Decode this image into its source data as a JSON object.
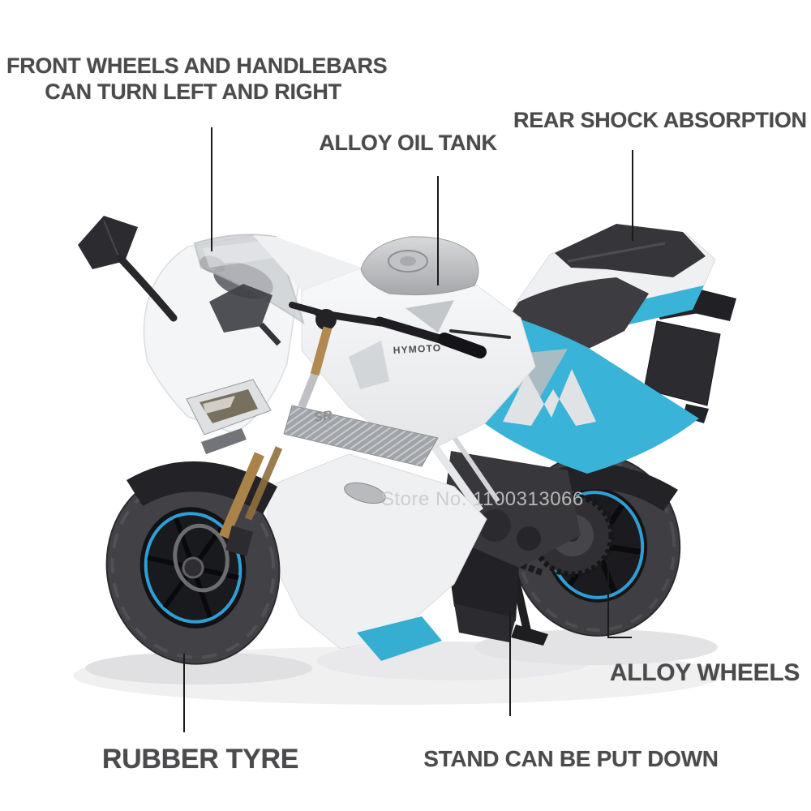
{
  "scene": {
    "type": "annotated product photo",
    "subject": "White and blue diecast sport motorcycle model on white background with feature callouts",
    "background_color": "#ffffff"
  },
  "callouts": {
    "text_color": "#4b4b4d",
    "line_color": "#1b1b1b",
    "front_wheels": {
      "line1": "FRONT WHEELS AND HANDLEBARS",
      "line2": "CAN TURN LEFT AND RIGHT"
    },
    "oil_tank": {
      "label": "ALLOY OIL TANK"
    },
    "rear_shock": {
      "label": "REAR SHOCK ABSORPTION"
    },
    "alloy_wheels": {
      "label": "ALLOY WHEELS"
    },
    "rubber_tyre": {
      "label": "RUBBER TYRE"
    },
    "stand": {
      "label": "STAND CAN BE PUT DOWN"
    }
  },
  "watermark": {
    "text": "Store No. 1100313066",
    "color": "#c8c8c8"
  },
  "motorcycle": {
    "brand_badge": "HYMOTO",
    "model_badge": "SR",
    "colors": {
      "accent_blue": "#39b3d7",
      "rim_stripe_blue": "#2f9fd6",
      "body_white": "#f2f3f4",
      "seat_black": "#36363a",
      "tire_dark": "#414146",
      "fork_gold": "#a98347"
    }
  }
}
